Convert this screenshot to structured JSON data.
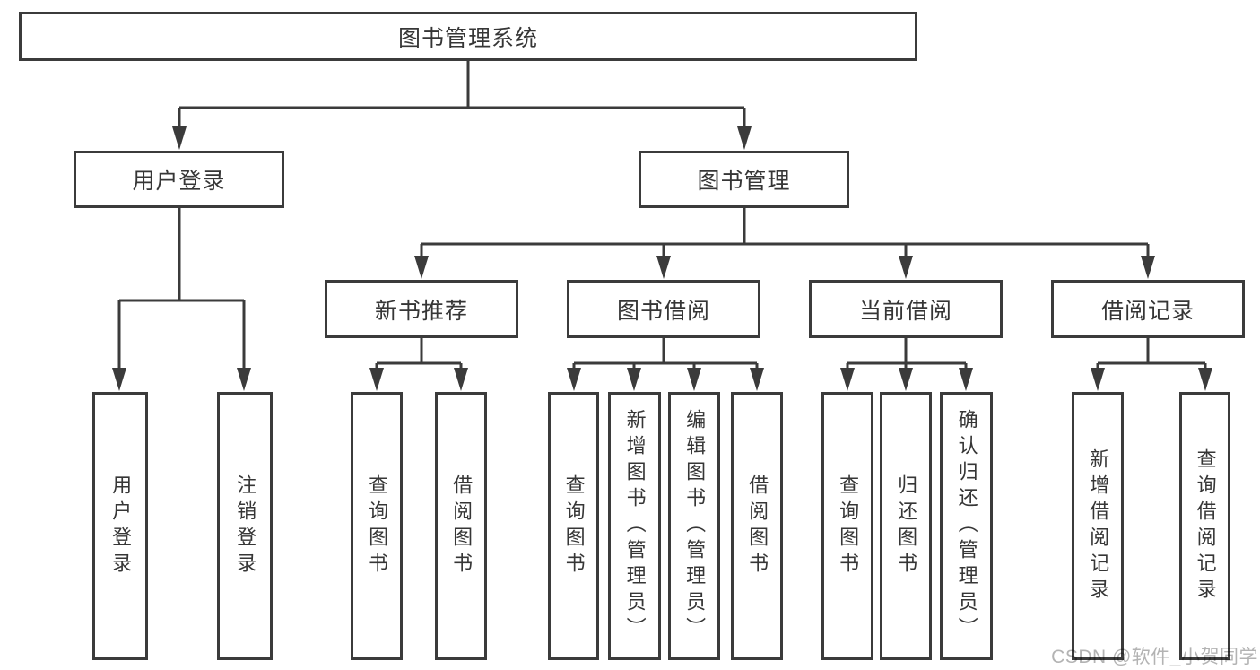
{
  "diagram": {
    "tree": {
      "root": "图书管理系统",
      "branches": [
        {
          "label": "用户登录",
          "children": [
            "用户登录",
            "注销登录"
          ]
        },
        {
          "label": "图书管理",
          "groups": [
            {
              "label": "新书推荐",
              "children": [
                "查询图书",
                "借阅图书"
              ]
            },
            {
              "label": "图书借阅",
              "children": [
                "查询图书",
                "新增图书（管理员）",
                "编辑图书（管理员）",
                "借阅图书"
              ]
            },
            {
              "label": "当前借阅",
              "children": [
                "查询图书",
                "归还图书",
                "确认归还（管理员）"
              ]
            },
            {
              "label": "借阅记录",
              "children": [
                "新增借阅记录",
                "查询借阅记录"
              ]
            }
          ]
        }
      ]
    },
    "watermark": "CSDN @软件_小贺同学",
    "colors": {
      "line": "#3b3b3b",
      "box_fill": "#ffffff",
      "text": "#363636",
      "watermark": "#b3b3b3"
    }
  }
}
